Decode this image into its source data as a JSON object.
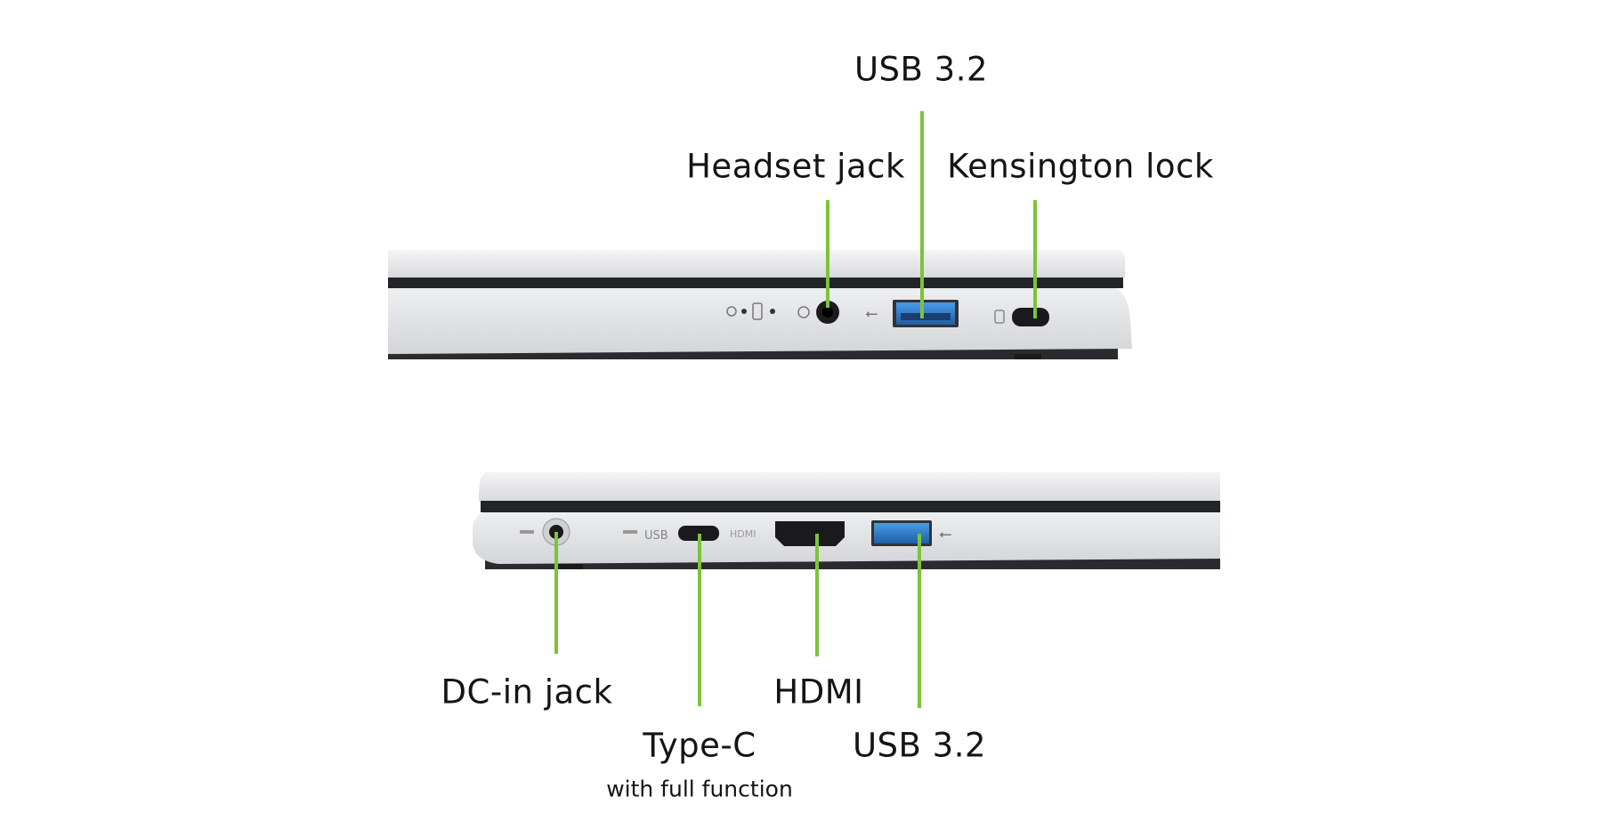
{
  "colors": {
    "callout_line": "#7cc43a",
    "chassis": "#e4e5e7",
    "usb_blue": "#2f7fd0"
  },
  "top_view": {
    "labels": {
      "usb": "USB 3.2",
      "headset": "Headset jack",
      "kensington": "Kensington lock"
    }
  },
  "bottom_view": {
    "labels": {
      "dc_in": "DC-in jack",
      "type_c": "Type-C",
      "type_c_sub": "with full function",
      "hdmi": "HDMI",
      "usb": "USB 3.2"
    }
  }
}
